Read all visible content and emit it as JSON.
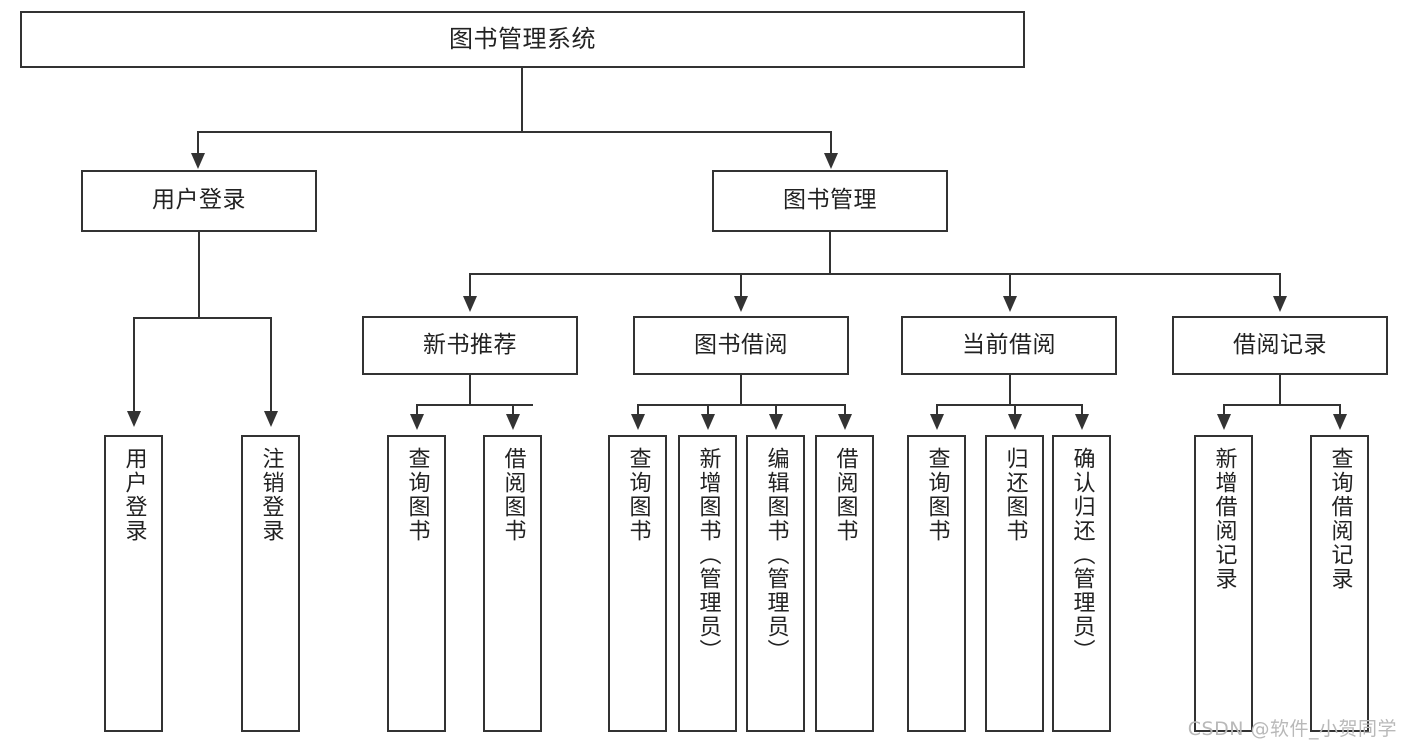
{
  "diagram": {
    "title": "图书管理系统",
    "type": "hierarchy-tree",
    "root": {
      "label": "图书管理系统"
    },
    "level2": [
      {
        "label": "用户登录"
      },
      {
        "label": "图书管理"
      }
    ],
    "level3": [
      {
        "label": "新书推荐"
      },
      {
        "label": "图书借阅"
      },
      {
        "label": "当前借阅"
      },
      {
        "label": "借阅记录"
      }
    ],
    "leaves": {
      "user_login": [
        {
          "label": "用户登录"
        },
        {
          "label": "注销登录"
        }
      ],
      "new_book_recommend": [
        {
          "label": "查询图书"
        },
        {
          "label": "借阅图书"
        }
      ],
      "book_borrow": [
        {
          "label": "查询图书"
        },
        {
          "label": "新增图书（管理员）"
        },
        {
          "label": "编辑图书（管理员）"
        },
        {
          "label": "借阅图书"
        }
      ],
      "current_borrow": [
        {
          "label": "查询图书"
        },
        {
          "label": "归还图书"
        },
        {
          "label": "确认归还（管理员）"
        }
      ],
      "borrow_record": [
        {
          "label": "新增借阅记录"
        },
        {
          "label": "查询借阅记录"
        }
      ]
    }
  },
  "watermark": {
    "text": "CSDN @软件_小贺同学"
  },
  "colors": {
    "stroke": "#333333",
    "fill": "#ffffff",
    "text": "#222222",
    "watermark": "#b9b9b9"
  }
}
